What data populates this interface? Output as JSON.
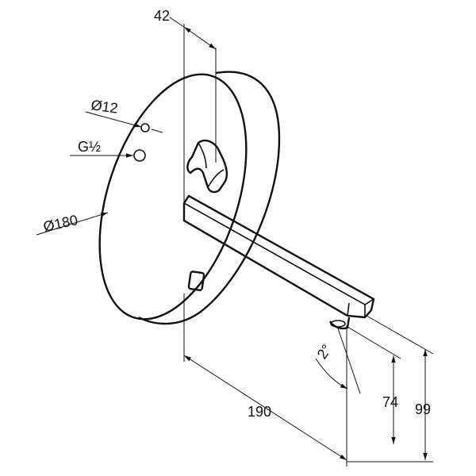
{
  "dimensions": {
    "top_width": "42",
    "small_hole": "Ø12",
    "thread": "G½",
    "plate_diameter": "Ø180",
    "length": "190",
    "angle": "2°",
    "height_outlet": "74",
    "height_total": "99"
  }
}
